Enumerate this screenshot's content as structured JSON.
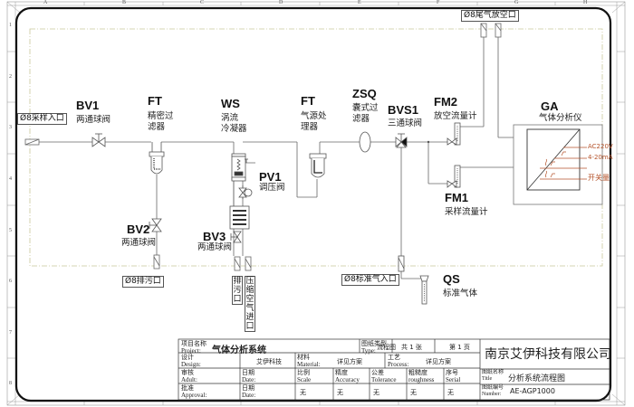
{
  "ruler": {
    "columns": [
      "A",
      "B",
      "C",
      "D",
      "E",
      "F",
      "G",
      "H"
    ],
    "rows": [
      "1",
      "2",
      "3",
      "4",
      "5",
      "6",
      "7",
      "8"
    ]
  },
  "components": {
    "bv1": {
      "code": "BV1",
      "desc": "两通球阀"
    },
    "ft1": {
      "code": "FT",
      "desc": "精密过\n滤器"
    },
    "ws": {
      "code": "WS",
      "desc": "涡流\n冷凝器"
    },
    "ft2": {
      "code": "FT",
      "desc": "气源处\n理器"
    },
    "zsq": {
      "code": "ZSQ",
      "desc": "囊式过\n滤器"
    },
    "bvs1": {
      "code": "BVS1",
      "desc": "三通球阀"
    },
    "fm2": {
      "code": "FM2",
      "desc": "放空流量计"
    },
    "ga": {
      "code": "GA",
      "desc": "气体分析仪",
      "outputs": [
        "AC220V",
        "4-20mA",
        "开关量"
      ]
    },
    "pv1": {
      "code": "PV1",
      "desc": "调压阀"
    },
    "fm1": {
      "code": "FM1",
      "desc": "采样流量计"
    },
    "bv2": {
      "code": "BV2",
      "desc": "两通球阀"
    },
    "bv3": {
      "code": "BV3",
      "desc": "两通球阀"
    },
    "qs": {
      "code": "QS",
      "desc": "标准气体"
    }
  },
  "ports": {
    "sample_inlet": "Ø8采样入口",
    "exhaust_vent": "Ø8尾气放空口",
    "drain": "Ø8排污口",
    "drain2": "排污口",
    "compressed_air_inlet": "压缩空气进口",
    "std_gas_inlet": "Ø8标准气入口"
  },
  "title_block": {
    "project_label": "项目名称\nProject:",
    "project_value": "气体分析系统",
    "type_label": "图纸类型\nType:",
    "type_value": "流程图",
    "sheets": "共 1 张",
    "page": "第 1 页",
    "design_label": "设计\nDesign:",
    "design_value": "艾伊科技",
    "material_label": "材料\nMaterial:",
    "material_value": "详见方案",
    "process_label": "工艺\nProcess:",
    "process_value": "详见方案",
    "audit_label": "审核\nAdult:",
    "date_label": "日期\nDate:",
    "scale_label": "比例\nScale",
    "accuracy_label": "精度\nAccuracy",
    "tolerance_label": "公差\nTolerance",
    "roughness_label": "粗糙度\nroughness",
    "serial_label": "序号\nSerial",
    "approval_label": "批准\nApproval:",
    "date2_label": "日期\nDate:",
    "none": "无",
    "company": "南京艾伊科技有限公司",
    "title_label": "图纸名称\nTitle",
    "title_value": "分析系统流程图",
    "number_label": "图纸编号\nNumber:",
    "number_value": "AE-AGP1000"
  }
}
